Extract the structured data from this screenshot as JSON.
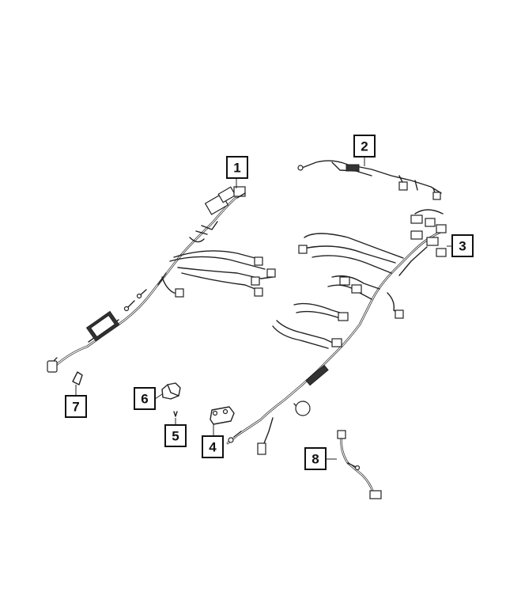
{
  "diagram": {
    "callouts": [
      {
        "id": "1",
        "label": "1"
      },
      {
        "id": "2",
        "label": "2"
      },
      {
        "id": "3",
        "label": "3"
      },
      {
        "id": "4",
        "label": "4"
      },
      {
        "id": "5",
        "label": "5"
      },
      {
        "id": "6",
        "label": "6"
      },
      {
        "id": "7",
        "label": "7"
      },
      {
        "id": "8",
        "label": "8"
      }
    ]
  },
  "colors": {
    "line": "#222222",
    "background": "#ffffff"
  }
}
